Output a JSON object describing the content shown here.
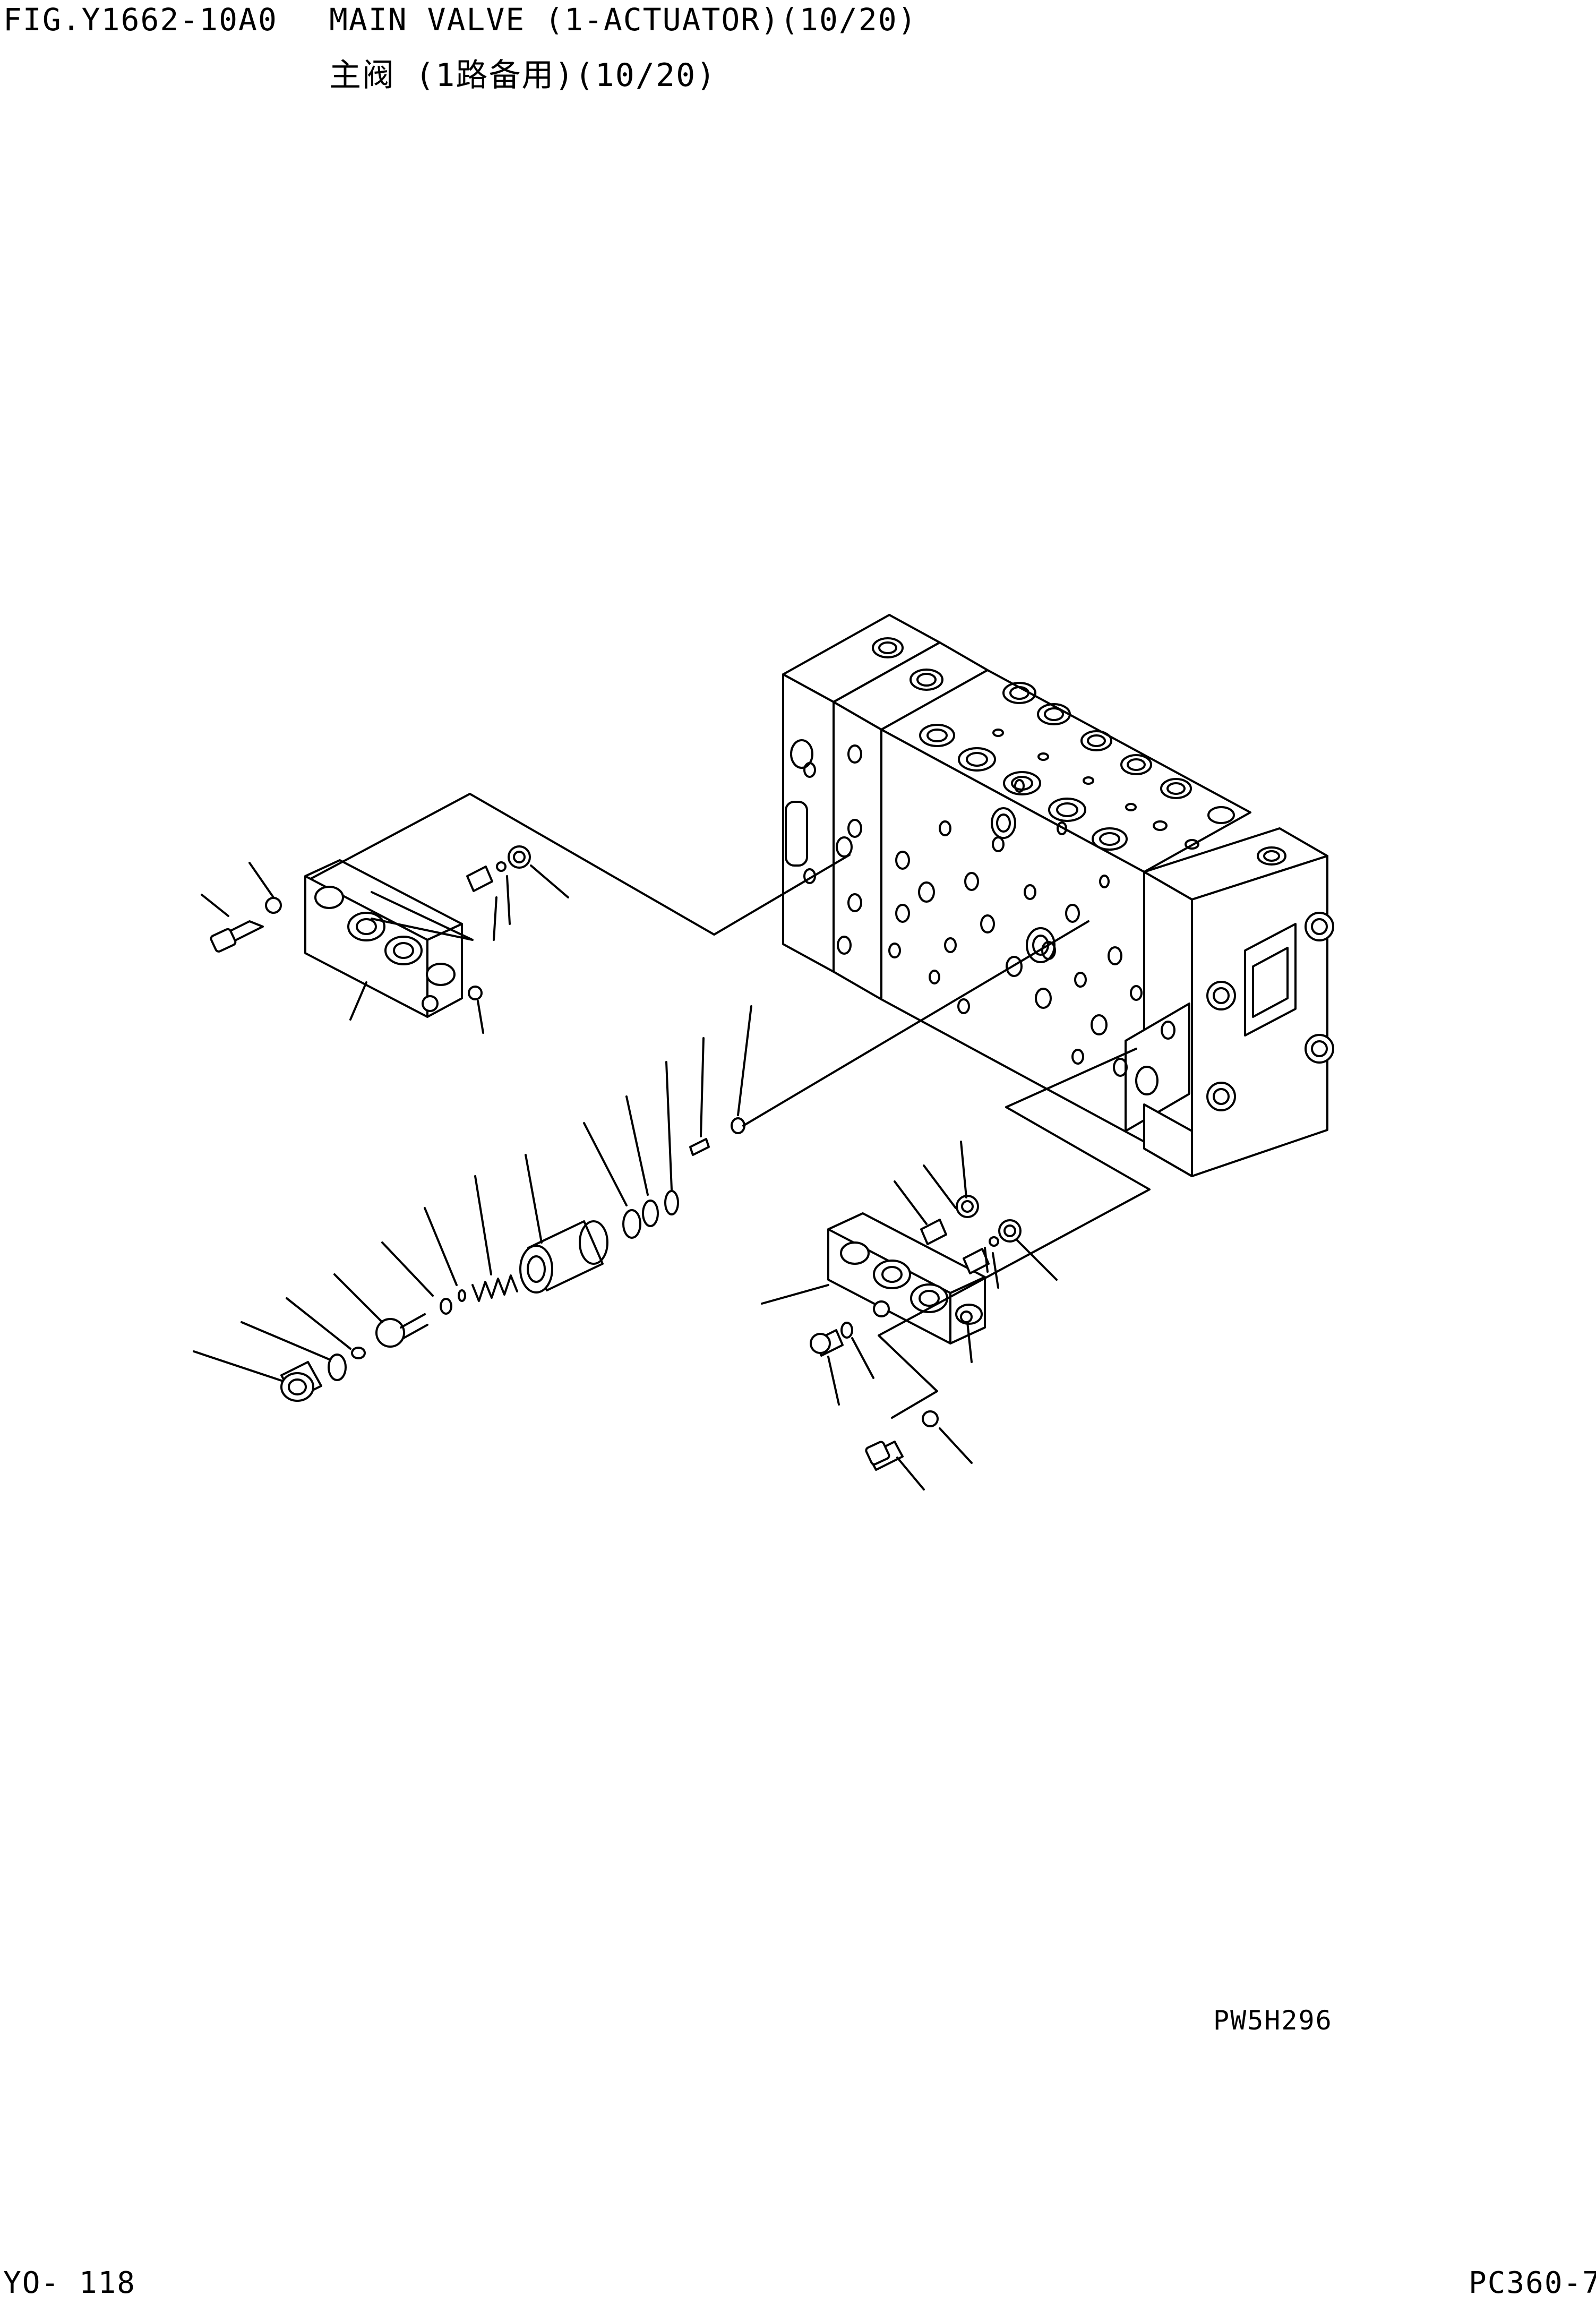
{
  "header": {
    "figure_id": "FIG.Y1662-10A0",
    "title_en": "MAIN VALVE (1-ACTUATOR)(10/20)",
    "title_cn": "主阀 (1路备用)(10/20)"
  },
  "drawing": {
    "code": "PW5H296"
  },
  "footer": {
    "page_number": "YO- 118",
    "model": "PC360-7"
  }
}
